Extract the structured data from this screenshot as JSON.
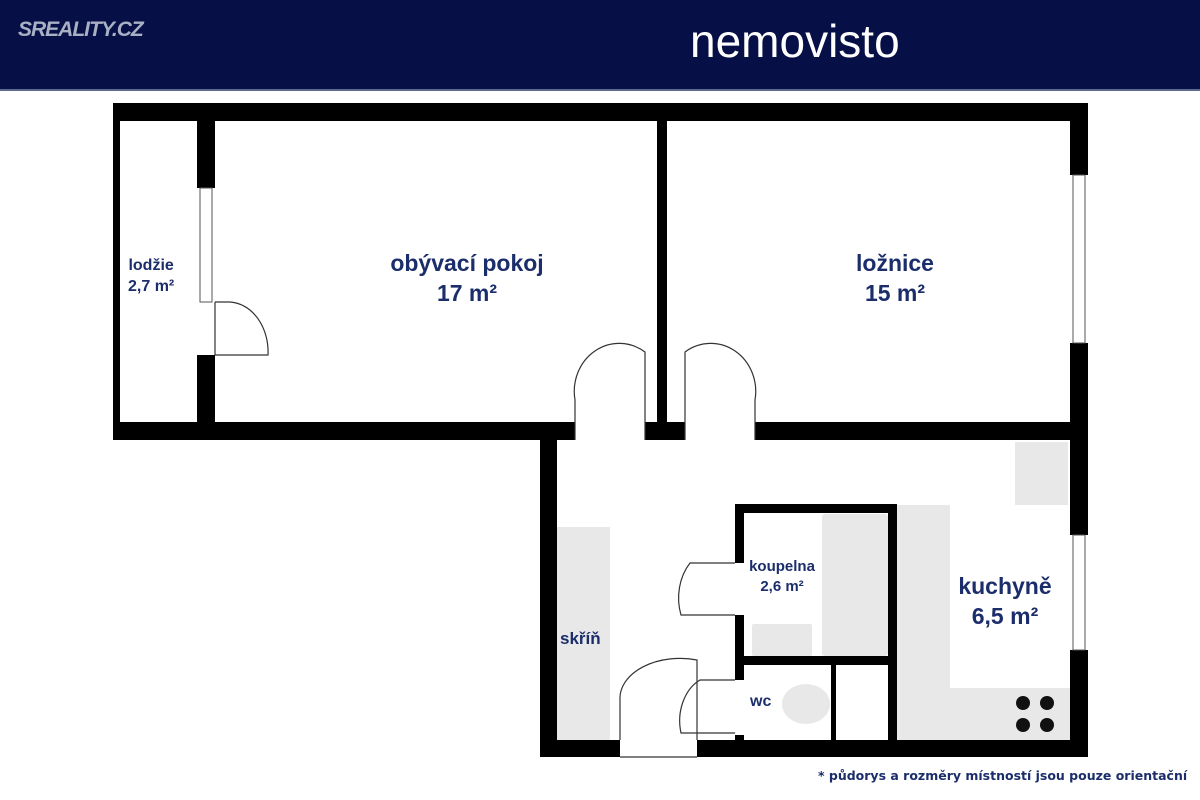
{
  "header": {
    "left_logo": "SREALITY.CZ",
    "brand": "nemovisto",
    "background": "#061046"
  },
  "rooms": [
    {
      "name": "lodžie",
      "area": "2,7 m²"
    },
    {
      "name": "obývací pokoj",
      "area": "17 m²"
    },
    {
      "name": "ložnice",
      "area": "15 m²"
    },
    {
      "name": "koupelna",
      "area": "2,6 m²"
    },
    {
      "name": "kuchyně",
      "area": "6,5 m²"
    },
    {
      "name": "skříň"
    },
    {
      "name": "wc"
    }
  ],
  "footnote": "* půdorys a rozměry místností jsou pouze orientační",
  "colors": {
    "text": "#1b2d6b",
    "wall": "#000000",
    "fixture": "#e6e6e6"
  }
}
